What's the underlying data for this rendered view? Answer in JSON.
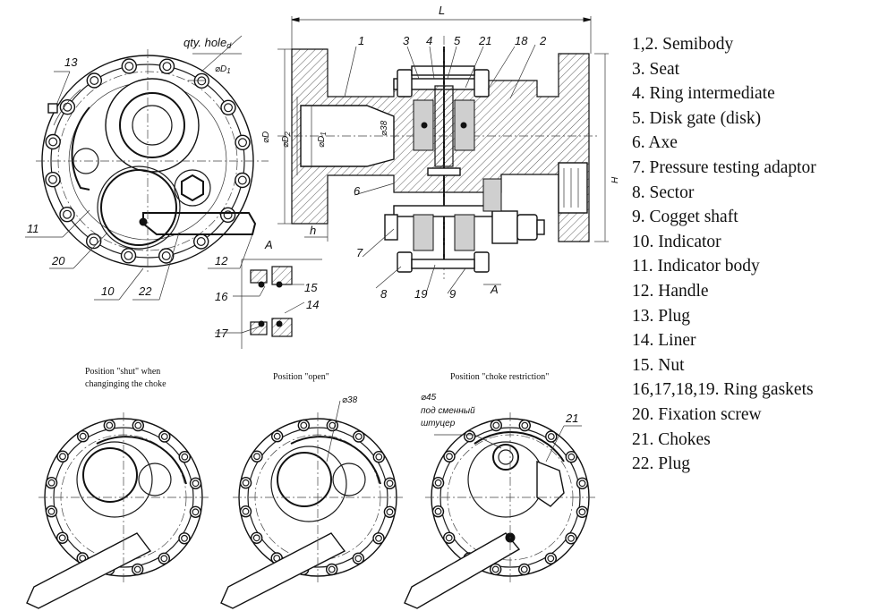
{
  "callouts": {
    "qty_hole": "qty. hole",
    "qty_hole_sub": "d",
    "dim_d1_top": "⌀D",
    "dim_d1_top_sub": "1",
    "dim_L": "L",
    "dim_D": "⌀D",
    "dim_D2": "⌀D",
    "dim_D2_sub": "2",
    "dim_D1": "⌀D",
    "dim_D1_sub": "1",
    "dim_38": "⌀38",
    "dim_h": "h",
    "dim_H": "H",
    "section_A1": "A",
    "section_A2": "A",
    "n1": "1",
    "n2": "2",
    "n3": "3",
    "n4": "4",
    "n5": "5",
    "n6": "6",
    "n7": "7",
    "n8": "8",
    "n9": "9",
    "n10": "10",
    "n11": "11",
    "n12": "12",
    "n13": "13",
    "n14": "14",
    "n15": "15",
    "n16": "16",
    "n17": "17",
    "n18": "18",
    "n19": "19",
    "n20": "20",
    "n21a": "21",
    "n21b": "21",
    "n22": "22"
  },
  "positions": {
    "shut_line1": "Position \"shut\" when",
    "shut_line2": "changinging the choke",
    "open": "Position \"open\"",
    "open_dim": "⌀38",
    "restriction": "Position \"choke restriction\"",
    "restriction_dim": "⌀45",
    "restriction_note1": "под сменный",
    "restriction_note2": "штуцер"
  },
  "legend": [
    "1,2. Semibody",
    "3. Seat",
    "4. Ring intermediate",
    "5. Disk gate (disk)",
    "6. Axe",
    "7. Pressure testing adaptor",
    "8. Sector",
    "9. Cogget shaft",
    "10. Indicator",
    "11. Indicator body",
    "12. Handle",
    "13. Plug",
    "14. Liner",
    "15. Nut",
    "16,17,18,19. Ring gaskets",
    "20. Fixation screw",
    "21. Chokes",
    "22. Plug"
  ]
}
